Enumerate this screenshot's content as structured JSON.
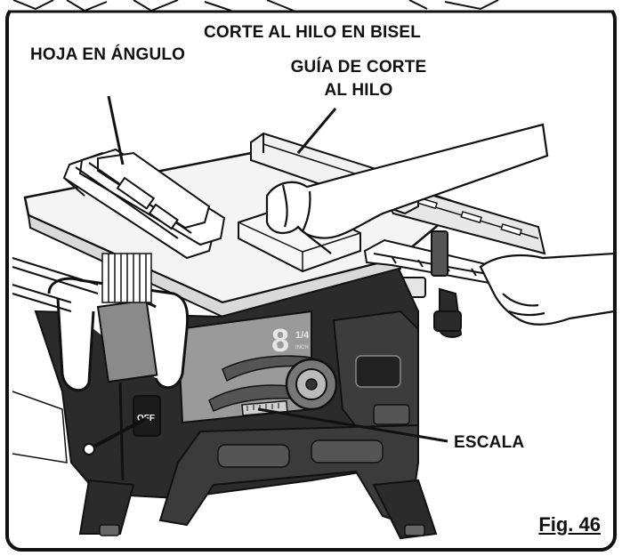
{
  "labels": {
    "hoja_angulo": "HOJA EN ÁNGULO",
    "corte_bisel": "CORTE AL HILO EN BISEL",
    "guia_line1": "GUÍA DE CORTE",
    "guia_line2": "AL HILO",
    "escala": "ESCALA"
  },
  "blade_size": {
    "main": "8",
    "fraction": "1/4",
    "unit": "INCH"
  },
  "switch_label": "OFF",
  "figure_ref": "Fig. 46",
  "colors": {
    "ink": "#111111",
    "panel_gray": "#9a9a9a",
    "saw_body": "#2b2b2b",
    "paper": "#ffffff"
  }
}
